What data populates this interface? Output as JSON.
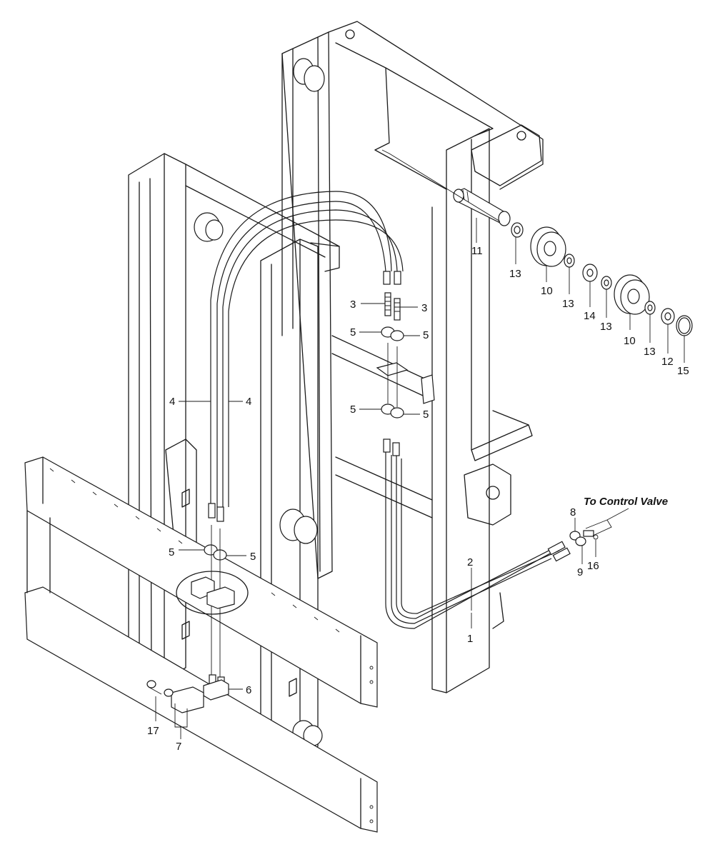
{
  "diagram": {
    "note": "To Control Valve",
    "callouts": [
      "1",
      "2",
      "3",
      "4",
      "5",
      "6",
      "7",
      "8",
      "9",
      "10",
      "11",
      "12",
      "13",
      "14",
      "15",
      "16",
      "17"
    ]
  }
}
